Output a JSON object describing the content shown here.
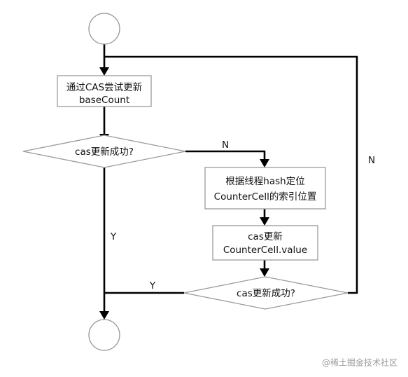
{
  "nodes": {
    "update_base_count": {
      "line1": "通过CAS尝试更新",
      "line2": "baseCount"
    },
    "decision_top": {
      "text": "cas更新成功?"
    },
    "locate_cell": {
      "line1": "根据线程hash定位",
      "line2": "CounterCell的索引位置"
    },
    "update_cell_value": {
      "line1": "cas更新",
      "line2": "CounterCell.value"
    },
    "decision_bottom": {
      "text": "cas更新成功?"
    }
  },
  "edge_labels": {
    "top_no": "N",
    "top_yes": "Y",
    "bottom_yes": "Y",
    "bottom_no": "N"
  },
  "watermark": "@稀土掘金技术社区"
}
